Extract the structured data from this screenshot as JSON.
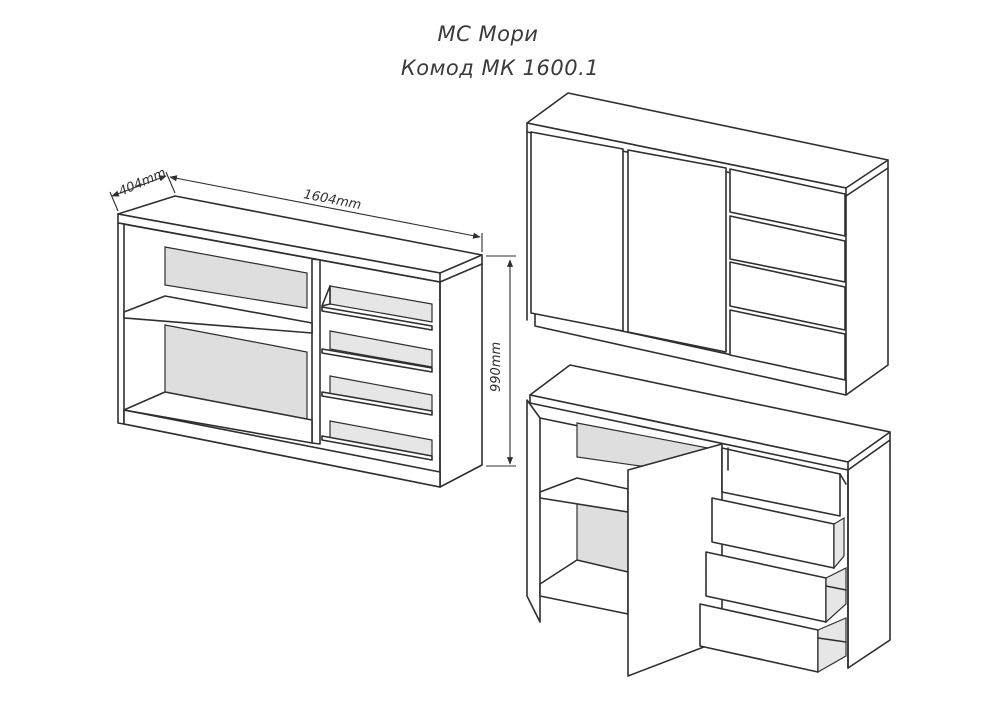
{
  "header": {
    "line1": "МС Мори",
    "line2": "Комод МК 1600.1"
  },
  "dimensions": {
    "depth": "404mm",
    "width": "1604mm",
    "height": "990mm"
  }
}
